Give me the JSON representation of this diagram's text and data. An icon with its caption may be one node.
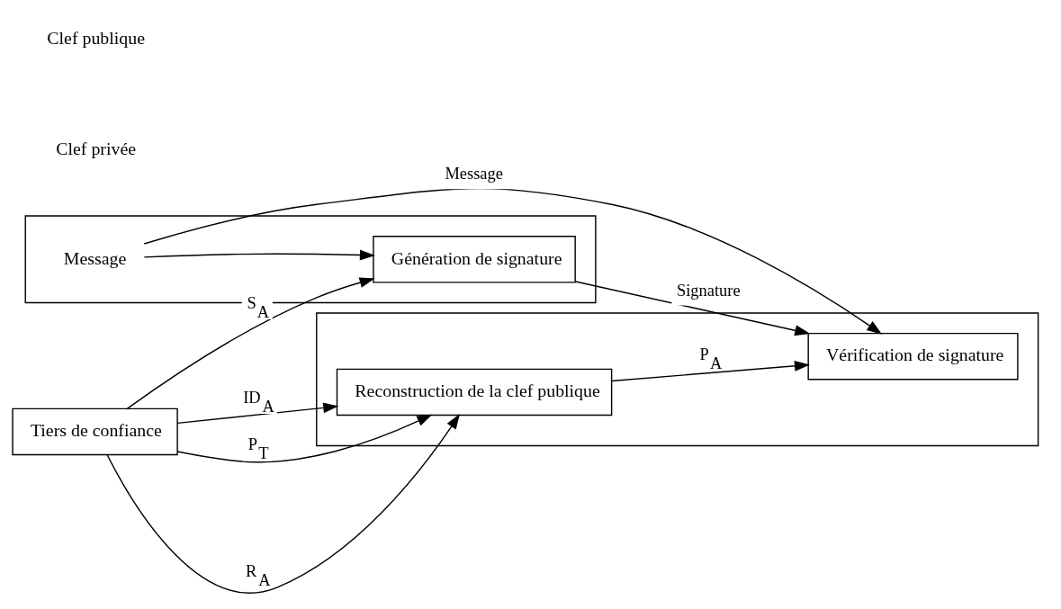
{
  "diagram": {
    "nodes": [
      {
        "text": [],
        "shape": "box"
      },
      {
        "text": [
          "Message"
        ],
        "in": 0
      },
      {
        "text": [
          "Génération de signature"
        ],
        "in": 0
      },
      {
        "text": [],
        "shape": "box"
      },
      {
        "text": [
          "Vérification de signature"
        ],
        "in": 3
      },
      {
        "text": [
          "Reconstruction de la clef publique"
        ],
        "in": 3
      },
      {
        "text": [
          "Tiers de confiance"
        ]
      }
    ],
    "edges": [
      {
        "from": 1,
        "to": 4,
        "arrow": "to",
        "label": "Message"
      },
      {
        "from": 1,
        "to": 2,
        "arrow": "to"
      },
      {
        "from": 2,
        "to": 4,
        "arrow": "to",
        "label": "Signature"
      },
      {
        "from": 6,
        "to": 2,
        "arrow": "to",
        "label": "S$_{A}$"
      },
      {
        "from": 5,
        "to": 4,
        "arrow": "to",
        "label": "P$_{A}$"
      },
      {
        "from": 6,
        "to": 5,
        "arrow": "to",
        "label": "R$_{A}$"
      },
      {
        "from": 6,
        "to": 5,
        "arrow": "to",
        "label": "ID$_{A}$"
      },
      {
        "from": 6,
        "to": 5,
        "arrow": "to",
        "label": "P$_{T}$"
      }
    ],
    "labels": [
      "Clef privée",
      "Clef publique"
    ]
  }
}
